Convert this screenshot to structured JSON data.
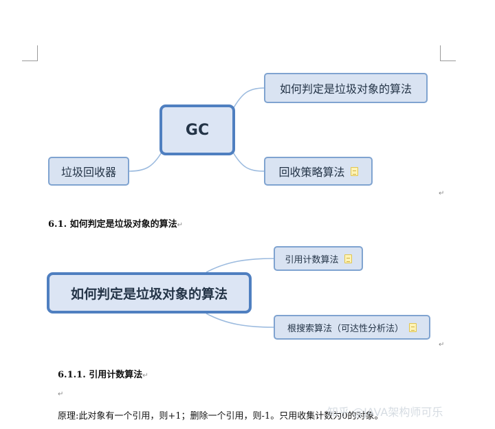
{
  "mindmap1": {
    "center": "GC",
    "branches": {
      "algo": "如何判定是垃圾对象的算法",
      "collector": "垃圾回收器",
      "strategy": "回收策略算法"
    },
    "icons": {
      "strategy": "note-icon"
    }
  },
  "heading_6_1": {
    "text": "6.1. 如何判定是垃圾对象的算法"
  },
  "mindmap2": {
    "center": "如何判定是垃圾对象的算法",
    "branches": {
      "refcount": "引用计数算法",
      "reach": "根搜索算法（可达性分析法）"
    },
    "icons": {
      "refcount": "note-icon",
      "reach": "note-icon"
    }
  },
  "heading_6_1_1": {
    "text": "6.1.1. 引用计数算法"
  },
  "paragraph_mark": "↵",
  "body": {
    "text": "原理:此对象有一个引用，则+1；删除一个引用，则-1。只用收集计数为0的对象。"
  },
  "watermark": {
    "text": "知乎 @JAVA架构师可乐"
  },
  "colors": {
    "node_fill": "#d9e3f2",
    "node_border": "#7fa3d0",
    "central_border": "#4f7fc0",
    "connector": "#9cbbdf"
  }
}
